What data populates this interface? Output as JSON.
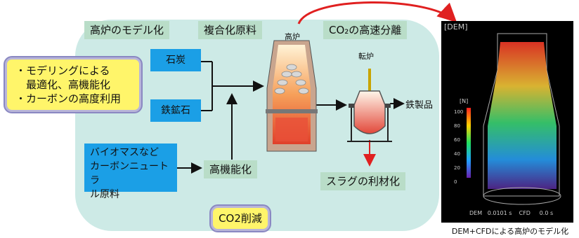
{
  "labels": {
    "modeling_title": "高炉のモデル化",
    "composite_material": "複合化原料",
    "co2_separation": "CO₂の高速分離",
    "blast_furnace": "高炉",
    "converter": "転炉",
    "steel_products": "鉄製品",
    "coal": "石炭",
    "iron_ore": "鉄鉱石",
    "high_function": "高機能化",
    "slag": "スラグの利材化",
    "co2_reduction": "CO2削減"
  },
  "biomass_lines": [
    "バイオマスなど",
    "カーボンニュートラ",
    "ル原料"
  ],
  "bullet_lines": [
    "・モデリングによる",
    "　最適化、高機能化",
    "・カーボンの高度利用"
  ],
  "simulation": {
    "header": "[DEM]",
    "scale_unit": "[N]",
    "scale_ticks": [
      "100",
      "80",
      "60",
      "40",
      "20",
      "0"
    ],
    "footer": "DEM   0.0101 s    CFD     0.0 s"
  },
  "caption": "DEM+CFDによる高炉のモデル化",
  "colors": {
    "panel": "#cdeae6",
    "green_label": "#b9ddc8",
    "blue_box": "#1b9fe6",
    "yellow_box": "#fff56a",
    "red_arrow": "#e02020"
  }
}
